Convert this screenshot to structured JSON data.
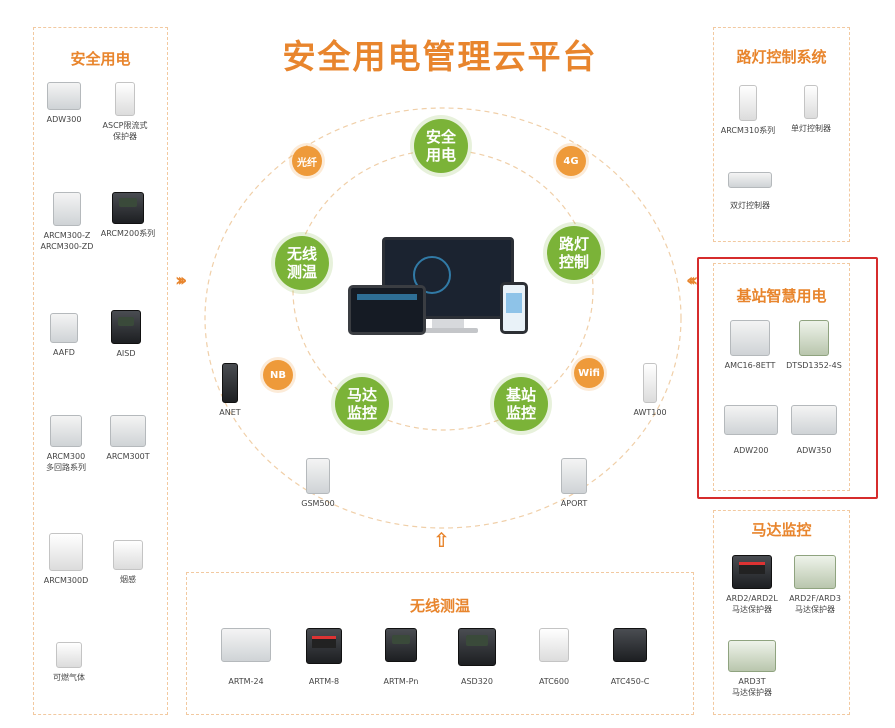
{
  "title": "安全用电管理云平台",
  "left_panel": {
    "title": "安全用电",
    "devices": [
      {
        "label": "ADW300"
      },
      {
        "label": "ASCP限流式\n保护器"
      },
      {
        "label": "ARCM300-Z\nARCM300-ZD"
      },
      {
        "label": "ARCM200系列"
      },
      {
        "label": "AAFD"
      },
      {
        "label": "AISD"
      },
      {
        "label": "ARCM300\n多回路系列"
      },
      {
        "label": "ARCM300T"
      },
      {
        "label": "ARCM300D"
      },
      {
        "label": "烟感"
      },
      {
        "label": "可燃气体"
      }
    ]
  },
  "streetlight_panel": {
    "title": "路灯控制系统",
    "devices": [
      {
        "label": "ARCM310系列"
      },
      {
        "label": "单灯控制器"
      },
      {
        "label": "双灯控制器"
      }
    ]
  },
  "basestation_panel": {
    "title": "基站智慧用电",
    "devices": [
      {
        "label": "AMC16-8ETT"
      },
      {
        "label": "DTSD1352-4S"
      },
      {
        "label": "ADW200"
      },
      {
        "label": "ADW350"
      }
    ]
  },
  "motor_panel": {
    "title": "马达监控",
    "devices": [
      {
        "label": "ARD2/ARD2L\n马达保护器"
      },
      {
        "label": "ARD2F/ARD3\n马达保护器"
      },
      {
        "label": "ARD3T\n马达保护器"
      }
    ]
  },
  "wireless_panel": {
    "title": "无线测温",
    "devices": [
      {
        "label": "ARTM-24"
      },
      {
        "label": "ARTM-8"
      },
      {
        "label": "ARTM-Pn"
      },
      {
        "label": "ASD320"
      },
      {
        "label": "ATC600"
      },
      {
        "label": "ATC450-C"
      }
    ]
  },
  "hub": {
    "green_nodes": [
      {
        "label": "安全\n用电"
      },
      {
        "label": "路灯\n控制"
      },
      {
        "label": "基站\n监控"
      },
      {
        "label": "马达\n监控"
      },
      {
        "label": "无线\n测温"
      }
    ],
    "orange_nodes": [
      {
        "label": "光纤"
      },
      {
        "label": "4G"
      },
      {
        "label": "Wifi"
      },
      {
        "label": "NB"
      }
    ],
    "gateways": [
      {
        "label": "ANET"
      },
      {
        "label": "AWT100"
      },
      {
        "label": "GSM500"
      },
      {
        "label": "APORT"
      }
    ]
  },
  "colors": {
    "accent": "#e8852d",
    "green_node": "#7bb338",
    "orange_node": "#ee9a3a",
    "highlight": "#d62c2c"
  }
}
